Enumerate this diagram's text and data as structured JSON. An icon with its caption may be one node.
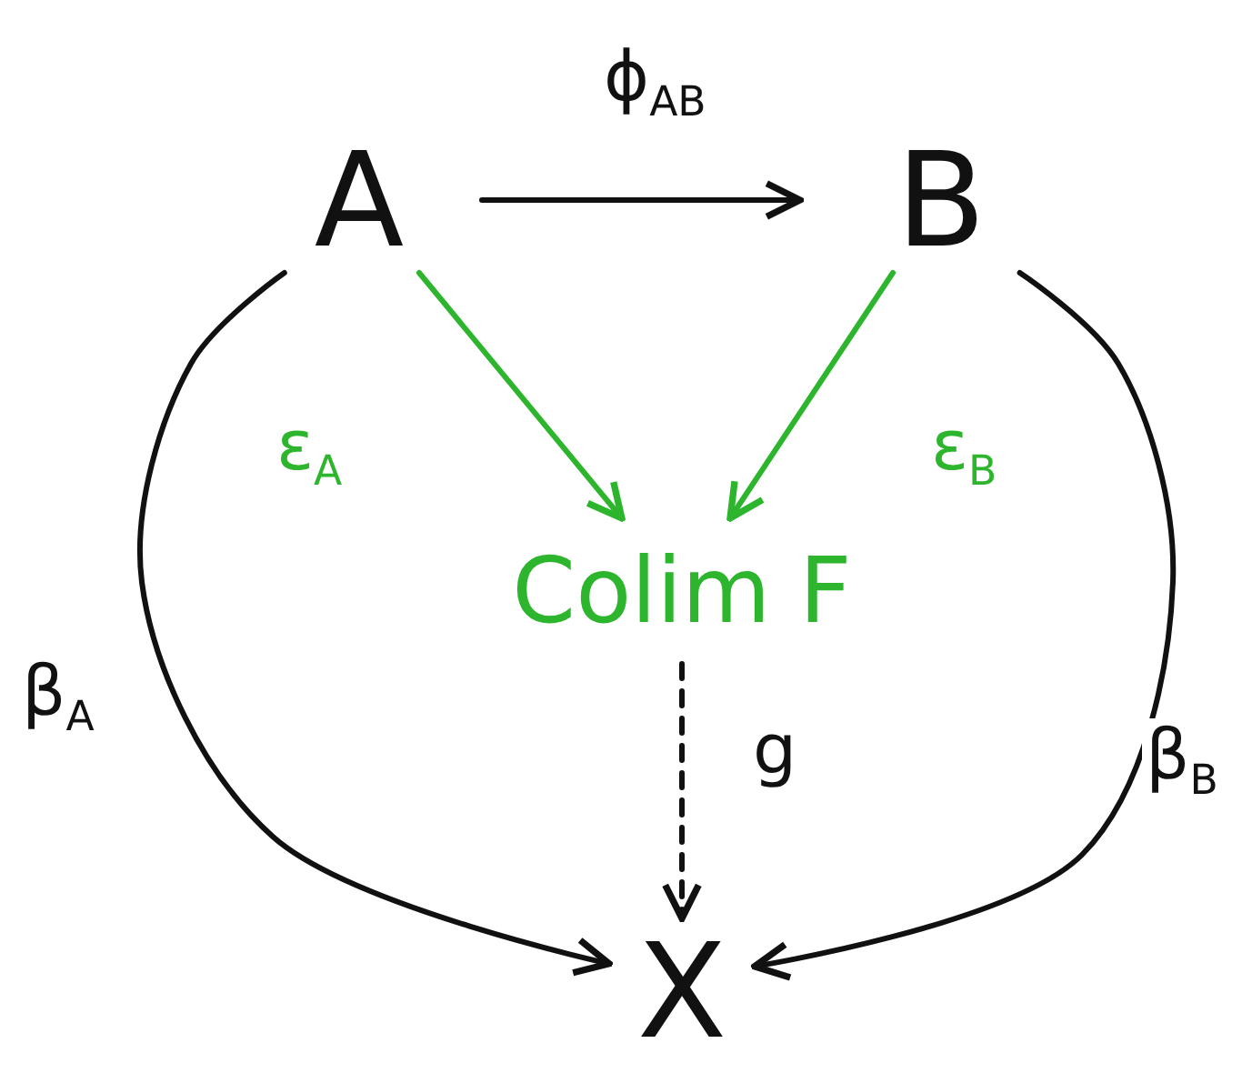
{
  "diagram": {
    "nodes": [
      {
        "text": [
          "A"
        ]
      },
      {
        "text": [
          "B"
        ]
      },
      {
        "text": [
          "Colim F"
        ]
      },
      {
        "text": [
          "X"
        ]
      }
    ],
    "edges": [
      {
        "from": 0,
        "to": 1,
        "arrow": "to",
        "label": "ϕ$_{AB}$"
      },
      {
        "from": 0,
        "to": 2,
        "arrow": "to",
        "label": "ε$_{A}$",
        "color": "#2db52d"
      },
      {
        "from": 1,
        "to": 2,
        "arrow": "to",
        "label": "ε$_{B}$",
        "color": "#2db52d"
      },
      {
        "from": 2,
        "to": 3,
        "arrow": "to",
        "label": "g",
        "style": "dashed"
      },
      {
        "from": 0,
        "to": 3,
        "arrow": "to",
        "label": "β$_{A}$"
      },
      {
        "from": 1,
        "to": 3,
        "arrow": "to",
        "label": "β$_{B}$"
      }
    ]
  }
}
